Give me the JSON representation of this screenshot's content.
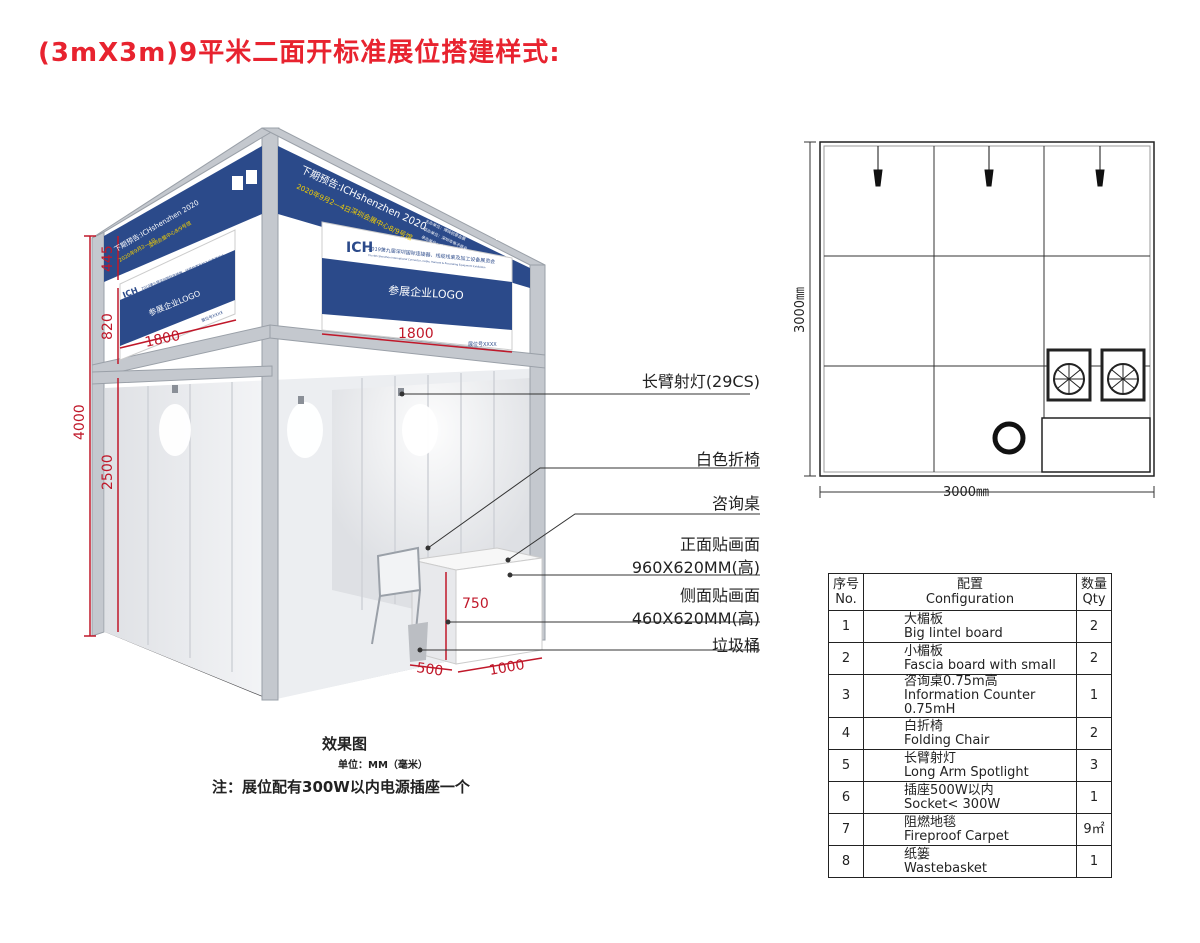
{
  "title": "(3mX3m)9平米二面开标准展位搭建样式:",
  "booth": {
    "fascia_front": {
      "line1": "下期预告:ICHshenzhen 2020",
      "line2": "2020年9月2—4日",
      "line3": "深圳会展中心8/9号馆",
      "small1": "主办单位：博闻创意会展",
      "small2": "联办单位：深圳市电子商会",
      "small3": "承办单位：中国电子学会"
    },
    "fascia_side": {
      "line1": "下期预告:ICHshenzhen 2020",
      "line2": "2020年9月2—4日",
      "line3": "深圳会展中心8/9号馆"
    },
    "lintel_front": {
      "logo": "ICH",
      "line1": "2019第九届深圳国际连接器、线缆线束及加工设备展览会",
      "line2": "The 9th Shenzhen International Connector, Cable, Harness & Processing Equipment Exhibition",
      "company": "参展企业LOGO",
      "booth_no": "展位号XXXX"
    },
    "lintel_side": {
      "logo": "ICH",
      "line1": "2019第九届深圳国际连接器、线缆线束及加工设备展览会",
      "company": "参展企业LOGO",
      "booth_no": "展位号XXXX"
    },
    "dims": {
      "lintel_w_front": "1800",
      "lintel_w_side": "1800",
      "fascia_h": "445",
      "lintel_h": "820",
      "total_h": "4000",
      "wall_h": "2500",
      "counter_h": "750",
      "counter_d": "500",
      "counter_w": "1000"
    }
  },
  "callouts": {
    "spotlight": "长臂射灯(29CS)",
    "chair": "白色折椅",
    "counter": "咨询桌",
    "front_graphic_l1": "正面贴画面",
    "front_graphic_l2": "960X620MM(高)",
    "side_graphic_l1": "侧面贴画面",
    "side_graphic_l2": "460X620MM(高)",
    "bin": "垃圾桶"
  },
  "caption": {
    "main": "效果图",
    "unit": "单位：MM（毫米）",
    "note": "注：展位配有300W以内电源插座一个"
  },
  "plan": {
    "width_label": "3000㎜",
    "height_label": "3000㎜"
  },
  "config_table": {
    "headers": {
      "no_cn": "序号",
      "no_en": "No.",
      "cfg_cn": "配置",
      "cfg_en": "Configuration",
      "qty_cn": "数量",
      "qty_en": "Qty"
    },
    "rows": [
      {
        "no": "1",
        "cn": "大楣板",
        "en": "Big lintel board",
        "qty": "2"
      },
      {
        "no": "2",
        "cn": "小楣板",
        "en": "Fascia board with small",
        "qty": "2"
      },
      {
        "no": "3",
        "cn": "咨询桌0.75m高",
        "en": "Information Counter 0.75mH",
        "qty": "1"
      },
      {
        "no": "4",
        "cn": "白折椅",
        "en": "Folding Chair",
        "qty": "2"
      },
      {
        "no": "5",
        "cn": "长臂射灯",
        "en": "Long Arm Spotlight",
        "qty": "3"
      },
      {
        "no": "6",
        "cn": "插座500W以内",
        "en": "Socket< 300W",
        "qty": "1"
      },
      {
        "no": "7",
        "cn": "阻燃地毯",
        "en": "Fireproof Carpet",
        "qty": "9㎡"
      },
      {
        "no": "8",
        "cn": "纸篓",
        "en": "Wastebasket",
        "qty": "1"
      }
    ]
  },
  "colors": {
    "title": "#e8232f",
    "fascia": "#2b4a8a",
    "dimension": "#c0182a",
    "frame": "#b7bcc3",
    "floor": "#4b4b4e"
  }
}
